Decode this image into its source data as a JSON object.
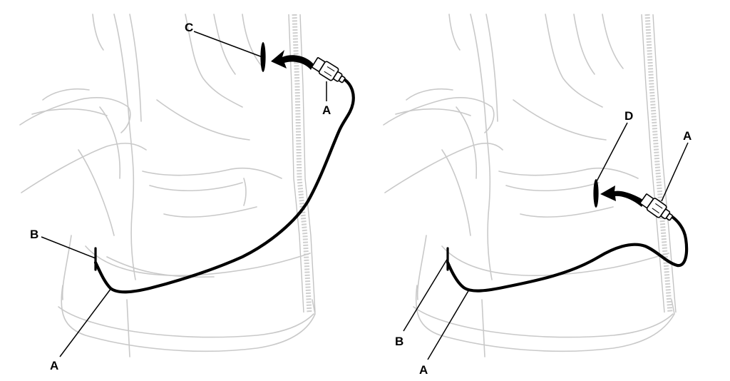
{
  "panels": [
    {
      "id": "left",
      "labels": {
        "c": "C",
        "a_top": "A",
        "b": "B",
        "a_bottom": "A"
      }
    },
    {
      "id": "right",
      "labels": {
        "d": "D",
        "a_top": "A",
        "b": "B",
        "a_bottom": "A"
      }
    }
  ]
}
